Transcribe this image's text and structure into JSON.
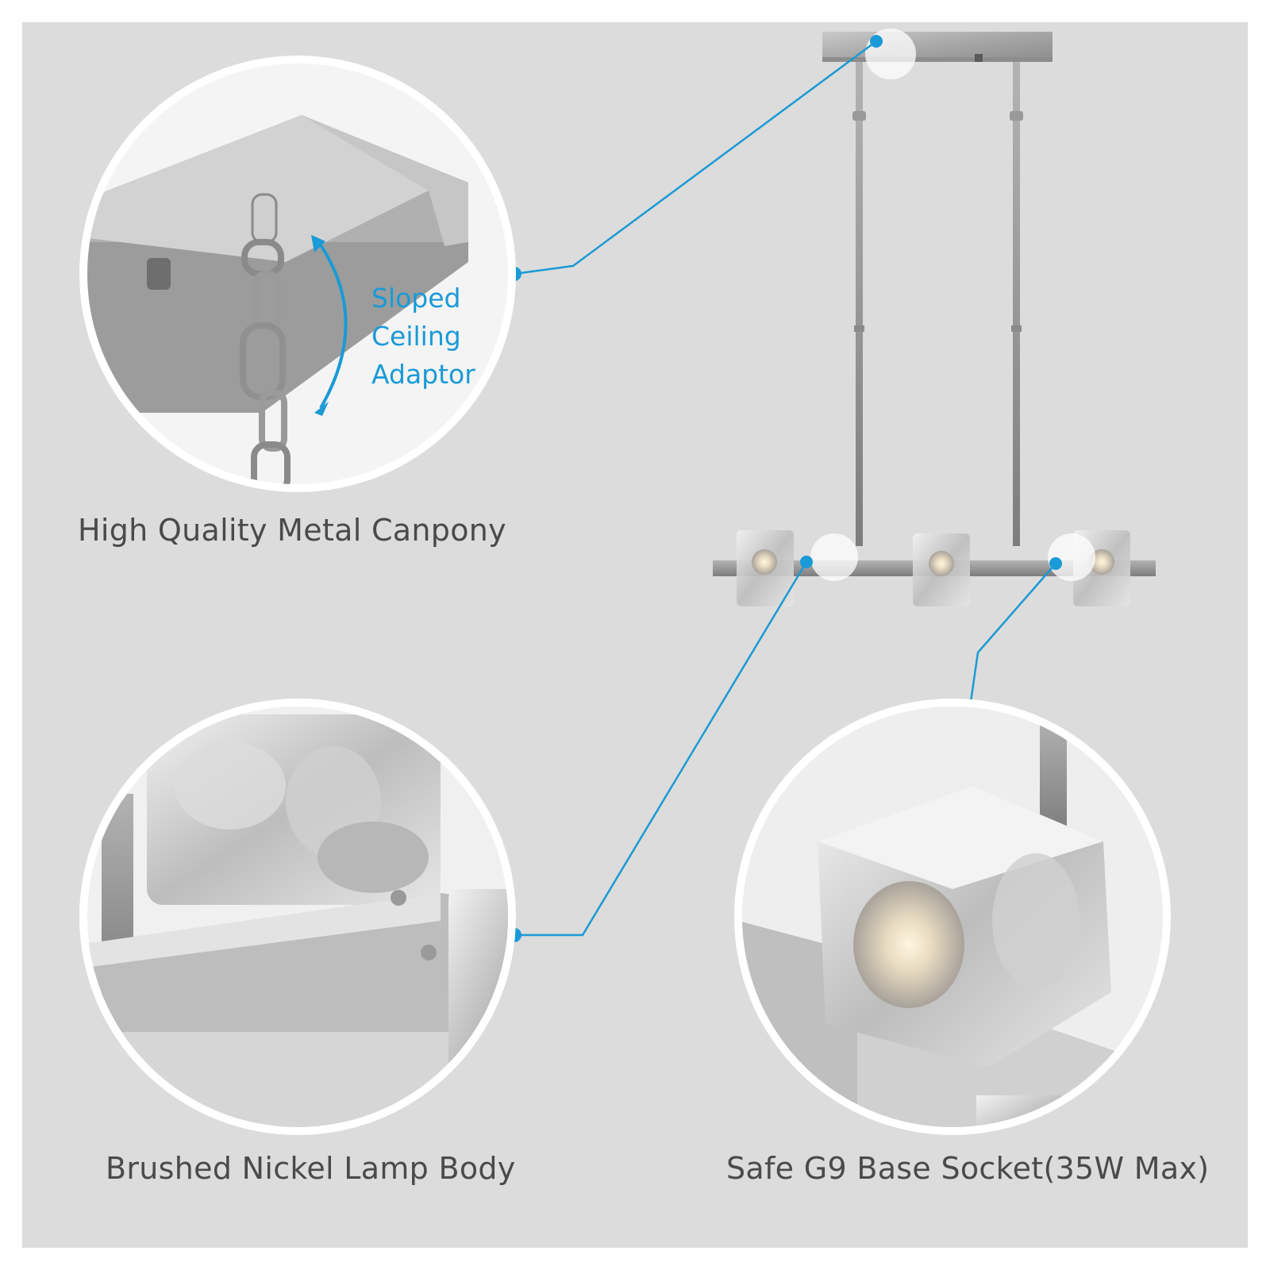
{
  "captions": {
    "canopy": "High Quality Metal Canpony",
    "lamp_body": "Brushed Nickel Lamp Body",
    "socket": "Safe G9 Base Socket(35W Max)"
  },
  "adaptor": {
    "line1": "Sloped",
    "line2": "Ceiling",
    "line3": "Adaptor"
  },
  "colors": {
    "background": "#dcdcdc",
    "accent": "#1a9ad6",
    "caption_text": "#4a4a4a"
  }
}
